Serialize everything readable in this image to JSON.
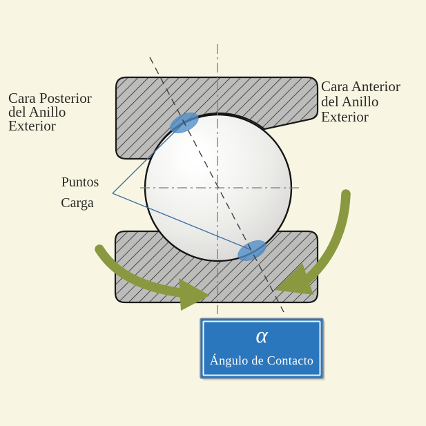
{
  "diagram": {
    "subject": "angular-contact-ball-bearing-cross-section"
  },
  "labels": {
    "back_face": [
      "Cara Posterior",
      "del Anillo",
      "Exterior"
    ],
    "front_face": [
      "Cara Anterior",
      "del Anillo",
      "Exterior"
    ],
    "load_points": [
      "Puntos",
      "Carga"
    ],
    "contact_angle": {
      "symbol": "α",
      "caption": "Ángulo de Contacto"
    }
  },
  "colors": {
    "background": "#f8f6e3",
    "ring_fill": "#bcbcba",
    "hatch_line": "#222220",
    "outline": "#1a1a1a",
    "centerline": "#7a7a7a",
    "contact_axis": "#3f3f3f",
    "contact_point_fill": "#4f8ec9",
    "pointer_line": "#3f6fa5",
    "arrow_green": "#8a9940",
    "box_fill": "#2b77bd",
    "box_border": "#7d8fa0",
    "box_inner_border": "#eef3f8",
    "box_text": "#ffffff",
    "label_text": "#2b2a26"
  }
}
